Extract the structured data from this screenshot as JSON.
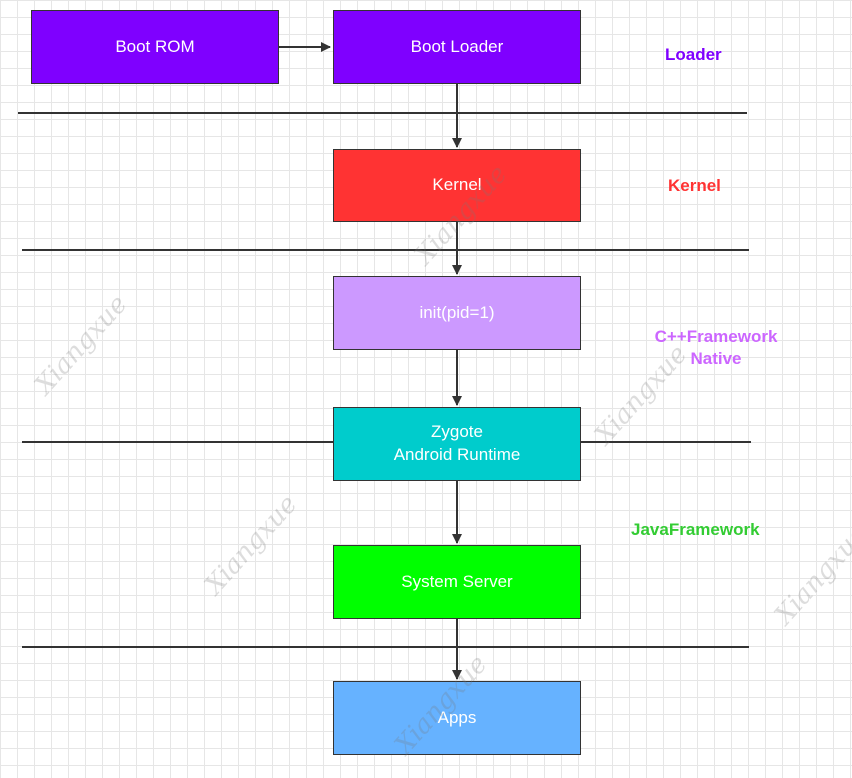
{
  "nodes": {
    "boot_rom": {
      "label": "Boot ROM",
      "color": "#7f00ff"
    },
    "boot_loader": {
      "label": "Boot Loader",
      "color": "#7f00ff"
    },
    "kernel": {
      "label": "Kernel",
      "color": "#ff3333"
    },
    "init": {
      "label": "init(pid=1)",
      "color": "#cc99ff"
    },
    "zygote": {
      "line1": "Zygote",
      "line2": "Android Runtime",
      "color": "#00cccc"
    },
    "system_server": {
      "label": "System Server",
      "color": "#00ff00"
    },
    "apps": {
      "label": "Apps",
      "color": "#66b2ff"
    }
  },
  "layers": {
    "loader": {
      "label": "Loader",
      "color": "#7f00ff"
    },
    "kernel": {
      "label": "Kernel",
      "color": "#ff3333"
    },
    "native": {
      "line1": "C++Framework",
      "line2": "Native",
      "color": "#cc66ff"
    },
    "java": {
      "label": "JavaFramework",
      "color": "#33cc33"
    }
  },
  "watermark_text": "Xiangxue"
}
